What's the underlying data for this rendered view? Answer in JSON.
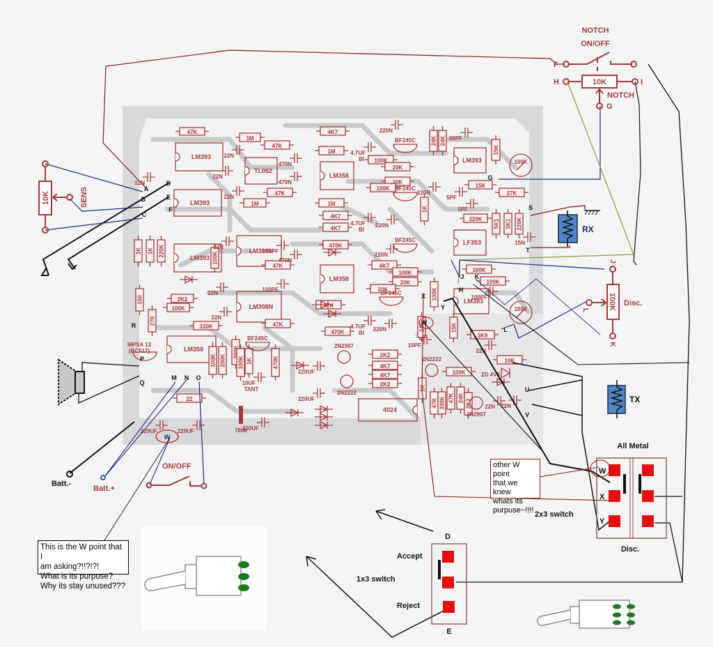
{
  "title": "Metal detector PCB wiring diagram",
  "colors": {
    "pcb_bg": "#d9d9dc",
    "pcb_trace": "#c9c9cc",
    "component": "#a33a3a",
    "wire_black": "#111111",
    "wire_blue": "#1e2b7a",
    "wire_red": "#8b1a1a",
    "wire_olive": "#8a9a3a",
    "switch_pad": "#e41010",
    "coil_fill": "#4f86c6",
    "pin_green": "#1c7a1c"
  },
  "notch_control": {
    "title_line1": "NOTCH",
    "title_line2": "ON/OFF",
    "pot_value": "10K",
    "pot_label": "NOTCH",
    "terminals": [
      "F",
      "H",
      "I",
      "G"
    ]
  },
  "sens_control": {
    "pot_value": "10K",
    "label": "SENS"
  },
  "disc_control": {
    "pot_value": "100K",
    "label": "Disc.",
    "terminals": [
      "J",
      "L",
      "K"
    ]
  },
  "coils": {
    "rx": "RX",
    "tx": "TX"
  },
  "pcb_points": [
    "A",
    "B",
    "C",
    "D",
    "E",
    "F",
    "G",
    "H",
    "J",
    "K",
    "L",
    "M",
    "N",
    "O",
    "P",
    "Q",
    "R",
    "S",
    "T",
    "U",
    "V",
    "W",
    "X",
    "Y"
  ],
  "components": {
    "ics": [
      "LM393",
      "LM393",
      "TL062",
      "LM358",
      "LM393",
      "LM308N",
      "LM308N",
      "LM358",
      "LM358",
      "LM393",
      "LF353",
      "LM393",
      "4024"
    ],
    "resistors": [
      "47K",
      "1M",
      "1M",
      "47K",
      "4K7",
      "1M",
      "47K",
      "1M",
      "4K7",
      "4K7",
      "470K",
      "100K",
      "20K",
      "20K",
      "100K",
      "24K",
      "24K",
      "1K",
      "15K",
      "15K",
      "27K",
      "220K",
      "5K1",
      "5K1",
      "220K",
      "1K",
      "1K",
      "220K",
      "100K",
      "47K",
      "47K",
      "2K2",
      "100K",
      "150",
      "27K",
      "330K",
      "47K",
      "470K",
      "4K7",
      "100K",
      "20K",
      "20K",
      "100K",
      "100K",
      "3K9",
      "10K",
      "100K",
      "24K",
      "15K",
      "100K",
      "200K",
      "200K",
      "100K",
      "1K",
      "470K",
      "22",
      "2K2",
      "4K7",
      "4K7",
      "2K2",
      "1K",
      "47K",
      "330K",
      "47K",
      "24K",
      "2K2",
      "100K",
      "100K"
    ],
    "capacitors": [
      "22N",
      "22N",
      "470N",
      "470N",
      "22N",
      "100PF",
      "22N",
      "22N",
      "470N",
      "4.7UF BI",
      "4.7UF BI",
      "4.7UF BI",
      "220N",
      "220N",
      "220N",
      "220N",
      "220N",
      "68PF",
      "5PF",
      "5PF",
      "15N",
      "100PF",
      "100PF",
      "22N",
      "22N",
      "10UF TANT",
      "220UF",
      "220UF",
      "220UF",
      "220UF",
      "220UF",
      "15PF",
      "22N",
      "22N",
      "22N"
    ],
    "transistors": [
      "BF245C",
      "BF245C",
      "BF245C",
      "BF245C",
      "BF245C",
      "MPSA 13 (BC517)",
      "2N2907",
      "2N2222",
      "2N2222",
      "2N2907"
    ],
    "trimmers": [
      "100K",
      "100K"
    ],
    "regulator": "7808",
    "zener": "ZD 4V3"
  },
  "power": {
    "batt_minus": "Batt.-",
    "batt_plus": "Batt.+",
    "switch_label": "ON/OFF"
  },
  "switch_2x3": {
    "title": "All Metal",
    "label": "2x3 switch",
    "bottom": "Disc.",
    "rows": [
      "W",
      "X",
      "Y"
    ]
  },
  "switch_1x3": {
    "label": "1x3 switch",
    "top": "D",
    "bottom": "E",
    "accept": "Accept",
    "reject": "Reject"
  },
  "annotations": {
    "question_note": [
      "This is the W point that I",
      "am asking?!!?!?!",
      "What is its purpuse?",
      "Why its stay unused???"
    ],
    "other_w_note": [
      "other W point",
      "that we knew",
      " whats its",
      "purpuse~!!!!"
    ]
  }
}
